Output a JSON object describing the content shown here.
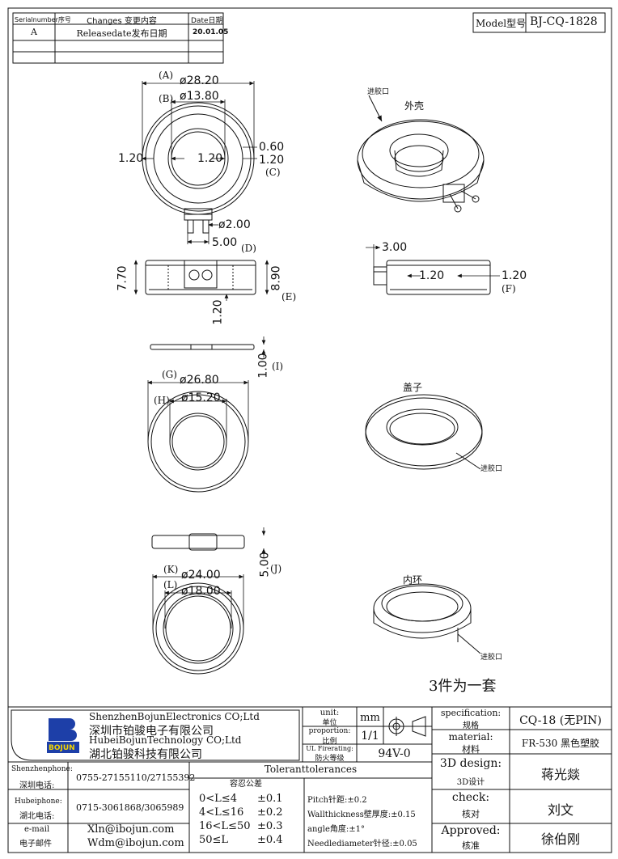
{
  "revision_table": {
    "headers": {
      "serial": "Serialnumber序号",
      "changes": "Changes 变更内容",
      "date": "Date日期"
    },
    "rows": [
      {
        "serial": "A",
        "changes": "Releasedate发布日期",
        "date": "20.01.05"
      }
    ]
  },
  "model": {
    "label": "Model型号",
    "value": "BJ-CQ-1828"
  },
  "dims": {
    "A": "(A)",
    "A_val": "ø28.20",
    "B": "(B)",
    "B_val": "ø13.80",
    "C": "(C)",
    "c1": "0.60",
    "c2": "1.20",
    "left_120": "1.20",
    "mid_120": "1.20",
    "pin_d": "ø2.00",
    "pin_w": "5.00",
    "D": "(D)",
    "d_h": "7.70",
    "d_h2": "8.90",
    "d_b": "1.20",
    "E": "(E)",
    "F": "(F)",
    "f_w": "3.00",
    "f_a": "1.20",
    "f_b": "1.20",
    "I": "(I)",
    "i_h": "1.00",
    "G": "(G)",
    "G_val": "ø26.80",
    "H": "(H)",
    "H_val": "ø15.20",
    "J": "(J)",
    "j_h": "5.00",
    "K": "(K)",
    "K_val": "ø24.00",
    "L": "(L)",
    "L_val": "ø18.00"
  },
  "labels": {
    "gate1": "进胶口",
    "shell": "外壳",
    "cover": "盖子",
    "gate2": "进胶口",
    "inner": "内环",
    "gate3": "进胶口",
    "set": "3件为一套"
  },
  "company": {
    "en1": "ShenzhenBojunElectronics CO;Ltd",
    "cn1": "深圳市铂骏电子有限公司",
    "en2": "HubeiBojunTechnology CO;Ltd",
    "cn2": "湖北铂骏科技有限公司",
    "logo_text": "BOJUN"
  },
  "contacts": {
    "sz_label": "Shenzhenphone:",
    "sz_label_cn": "深圳电话:",
    "sz_value": "0755-27155110/27155392",
    "hb_label": "Hubeiphone:",
    "hb_label_cn": "湖北电话:",
    "hb_value": "0715-3061868/3065989",
    "mail_label": "e-mail",
    "mail_label_cn": "电子邮件",
    "mail1": "Xln@ibojun.com",
    "mail2": "Wdm@ibojun.com"
  },
  "units": {
    "unit_label": "unit:",
    "unit_cn": "单位",
    "unit_val": "mm",
    "prop_label": "proportion:",
    "prop_cn": "比例",
    "prop_val": "1/1",
    "ul_label": "UL Firerating:",
    "ul_cn": "防火等级",
    "ul_val": "94V-0"
  },
  "tolerance": {
    "title": "Toleranttolerances",
    "title_cn": "容忍公差",
    "ranges": [
      {
        "range": "0<L≤4",
        "tol": "±0.1"
      },
      {
        "range": "4<L≤16",
        "tol": "±0.2"
      },
      {
        "range": "16<L≤50",
        "tol": "±0.3"
      },
      {
        "range": "50≤L",
        "tol": "±0.4"
      }
    ],
    "notes": [
      "Pitch针距:±0.2",
      "Wallthickness壁厚度:±0.15",
      "angle角度:±1°",
      "Needlediameter针径:±0.05"
    ]
  },
  "spec": {
    "spec_label": "specification:",
    "spec_cn": "规格",
    "spec_val": "CQ-18 (无PIN)",
    "mat_label": "material:",
    "mat_cn": "材料",
    "mat_val": "FR-530 黑色塑胶",
    "design_label": "3D design:",
    "design_cn": "3D设计",
    "design_val": "蒋光燚",
    "check_label": "check:",
    "check_cn": "核对",
    "check_val": "刘文",
    "appr_label": "Approved:",
    "appr_cn": "核准",
    "appr_val": "徐伯刚"
  }
}
